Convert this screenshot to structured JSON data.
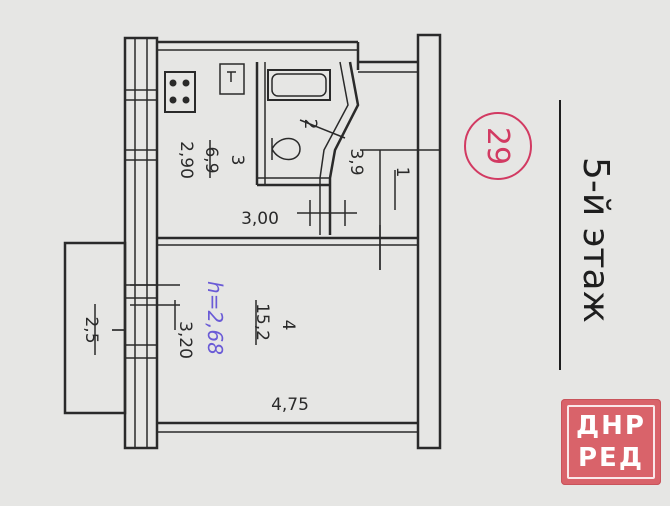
{
  "floor_label": "5-й этаж",
  "plan_number": "29",
  "height_note": "h=2,68",
  "rooms": [
    {
      "id": "1",
      "area": "3,9"
    },
    {
      "id": "2",
      "area": ""
    },
    {
      "id": "3",
      "area": "6,9",
      "width": "2,90"
    },
    {
      "id": "4",
      "area": "15,2",
      "width": "3,20"
    }
  ],
  "balcony": {
    "id": "I",
    "area": "2,5"
  },
  "dimensions": {
    "kitchen_length": "3,00",
    "room_length": "4,75"
  },
  "logo": {
    "line1": "ДНР",
    "line2": "РЕД"
  },
  "colors": {
    "ink": "#2a2a2a",
    "note": "#6a5bd6",
    "stamp": "#d23a62",
    "logo_bg": "#d9636a"
  }
}
